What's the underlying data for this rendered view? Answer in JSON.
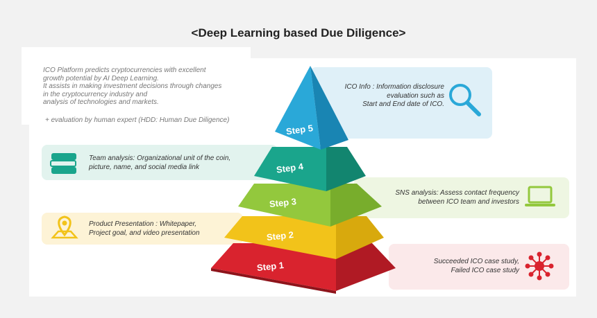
{
  "title": "<Deep Learning based Due Diligence>",
  "intro": {
    "lines": [
      "ICO Platform predicts cryptocurrencies with excellent",
      "growth potential by AI Deep Learning.",
      "It assists in making investment decisions through changes",
      "in the cryptocurrency industry and",
      "analysis of technologies and markets."
    ],
    "note": "+ evaluation by human expert (HDD: Human Due Diligence)"
  },
  "steps": [
    {
      "label": "Step 1",
      "color": "#d9232e"
    },
    {
      "label": "Step 2",
      "color": "#f2c31a"
    },
    {
      "label": "Step 3",
      "color": "#93c83d"
    },
    {
      "label": "Step 4",
      "color": "#1aa58c"
    },
    {
      "label": "Step 5",
      "color": "#2aa8d8"
    }
  ],
  "panels": {
    "step1": {
      "lines": [
        "Succeeded ICO case study,",
        "Failed ICO case study"
      ],
      "icon": "virus-network-icon",
      "bg": "#fbe9ea"
    },
    "step2": {
      "lines": [
        "Product Presentation : Whitepaper,",
        "Project goal, and video presentation"
      ],
      "icon": "map-pin-icon",
      "bg": "#fdf3d6"
    },
    "step3": {
      "lines": [
        "SNS analysis: Assess contact frequency",
        "between ICO team and investors"
      ],
      "icon": "laptop-icon",
      "bg": "#eef6e2"
    },
    "step4": {
      "lines": [
        "Team analysis: Organizational unit of the coin,",
        "picture, name, and social media link"
      ],
      "icon": "books-icon",
      "bg": "#e2f3ee"
    },
    "step5": {
      "lines": [
        "ICO Info : Information disclosure",
        "evaluation such as",
        "Start and End date of ICO."
      ],
      "icon": "magnifier-icon",
      "bg": "#dff0f8"
    }
  }
}
